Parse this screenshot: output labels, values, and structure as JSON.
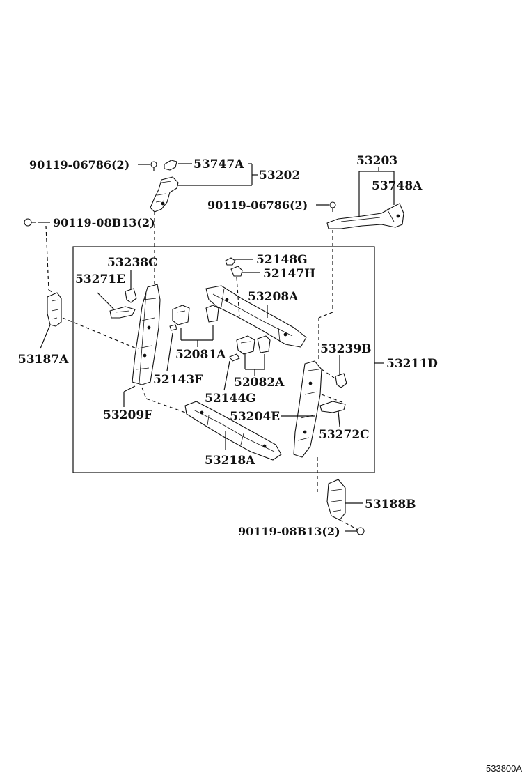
{
  "diagram": {
    "labels": {
      "p90119_06786_top": "90119-06786(2)",
      "p53747A": "53747A",
      "p53202": "53202",
      "p53203": "53203",
      "p53748A": "53748A",
      "p90119_06786_right": "90119-06786(2)",
      "p90119_08B13_top": "90119-08B13(2)",
      "p53238C": "53238C",
      "p52148G": "52148G",
      "p52147H": "52147H",
      "p53271E": "53271E",
      "p53208A": "53208A",
      "p53187A": "53187A",
      "p52081A": "52081A",
      "p53239B": "53239B",
      "p53211D": "53211D",
      "p52143F": "52143F",
      "p52082A": "52082A",
      "p52144G": "52144G",
      "p53209F": "53209F",
      "p53204E": "53204E",
      "p53272C": "53272C",
      "p53218A": "53218A",
      "p53188B": "53188B",
      "p90119_08B13_bottom": "90119-08B13(2)"
    },
    "figure_code": "533800A"
  }
}
